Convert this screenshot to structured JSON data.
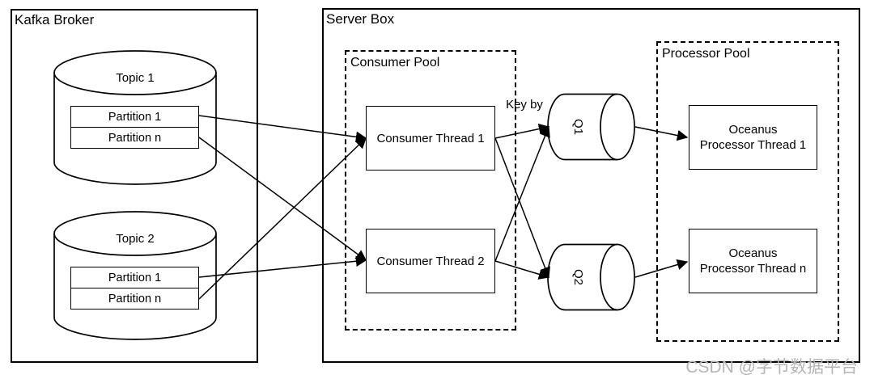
{
  "diagram": {
    "kafka_broker": {
      "title": "Kafka Broker",
      "topics": [
        {
          "name": "Topic 1",
          "partitions": [
            "Partition 1",
            "Partition n"
          ]
        },
        {
          "name": "Topic 2",
          "partitions": [
            "Partition 1",
            "Partition n"
          ]
        }
      ]
    },
    "server_box": {
      "title": "Server Box",
      "consumer_pool": {
        "title": "Consumer Pool",
        "threads": [
          "Consumer Thread 1",
          "Consumer Thread 2"
        ]
      },
      "key_by_label": "Key by",
      "queues": [
        "Q1",
        "Q2"
      ],
      "processor_pool": {
        "title": "Processor Pool",
        "threads": [
          {
            "line1": "Oceanus",
            "line2": "Processor Thread 1"
          },
          {
            "line1": "Oceanus",
            "line2": "Processor Thread n"
          }
        ]
      }
    },
    "watermark": "CSDN @字节数据平台",
    "colors": {
      "stroke": "#000000",
      "background": "#ffffff",
      "watermark": "#b5b5b5"
    }
  }
}
